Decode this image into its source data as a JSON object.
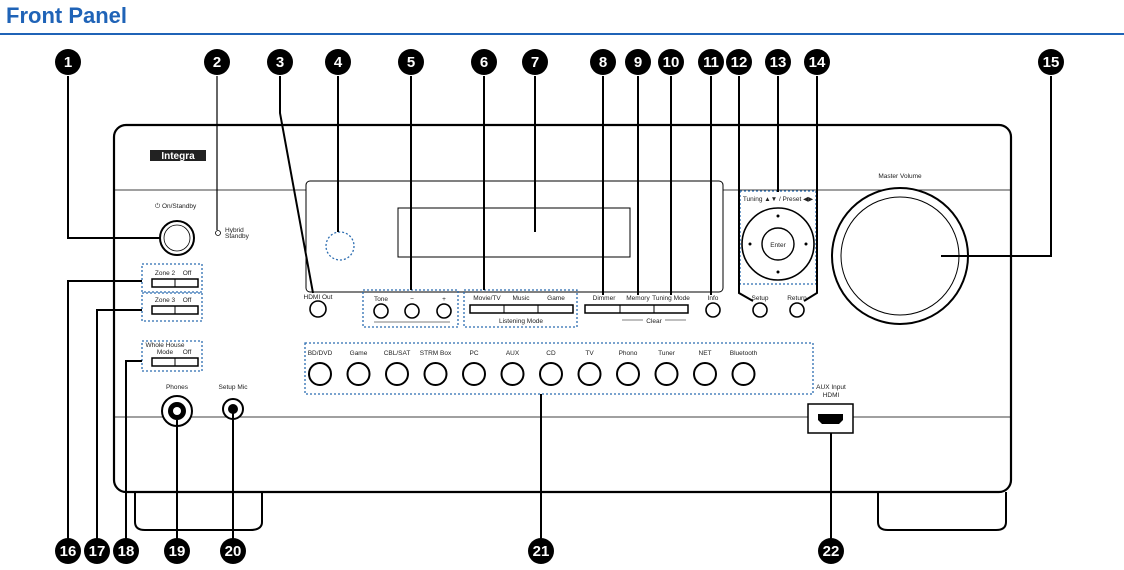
{
  "header": {
    "title": "Front Panel"
  },
  "device": {
    "logo": "Integra",
    "power_label": "⏻ On/Standby",
    "hybrid_standby": [
      "Hybrid",
      "Standby"
    ],
    "master_volume": "Master Volume",
    "hdmi_out": "HDMI Out",
    "tone_label": "Tone",
    "minus": "−",
    "plus": "+",
    "listening": [
      "Movie/TV",
      "Music",
      "Game"
    ],
    "listening_mode": "Listening Mode",
    "mem_buttons": [
      "Dimmer",
      "Memory",
      "Tuning Mode"
    ],
    "clear": "Clear",
    "info": "Info",
    "setup": "Setup",
    "return": "Return",
    "tuning": "Tuning ▲▼ / Preset ◀▶",
    "enter": "Enter",
    "zone2": [
      "Zone 2",
      "Off"
    ],
    "zone3": [
      "Zone 3",
      "Off"
    ],
    "whole_house": [
      "Whole House",
      "Mode",
      "Off"
    ],
    "phones": "Phones",
    "setup_mic": "Setup Mic",
    "inputs": [
      "BD/DVD",
      "Game",
      "CBL/SAT",
      "STRM Box",
      "PC",
      "AUX",
      "CD",
      "TV",
      "Phono",
      "Tuner",
      "NET",
      "Bluetooth"
    ],
    "aux_input": "AUX Input",
    "hdmi": "HDMI"
  },
  "callouts": [
    "1",
    "2",
    "3",
    "4",
    "5",
    "6",
    "7",
    "8",
    "9",
    "10",
    "11",
    "12",
    "13",
    "14",
    "15",
    "16",
    "17",
    "18",
    "19",
    "20",
    "21",
    "22"
  ]
}
